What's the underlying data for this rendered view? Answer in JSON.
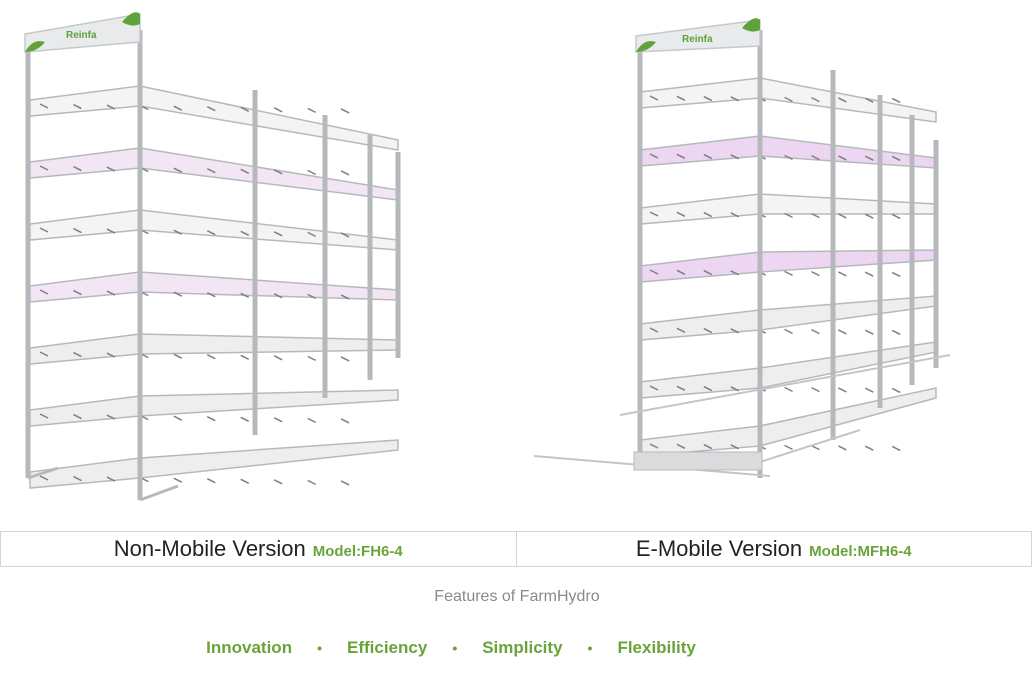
{
  "products": [
    {
      "brand": "Reinfa",
      "title": "Non-Mobile Version",
      "model": "Model:FH6-4"
    },
    {
      "brand": "Reinfa",
      "title": "E-Mobile Version",
      "model": "Model:MFH6-4"
    }
  ],
  "features": {
    "heading": "Features of FarmHydro",
    "keywords": [
      "Innovation",
      "Efficiency",
      "Simplicity",
      "Flexibility"
    ],
    "separator": "•"
  },
  "colors": {
    "accent_green": "#6aa33a",
    "frame": "#b9bcbf",
    "led_pink": "#e9c9ee"
  }
}
